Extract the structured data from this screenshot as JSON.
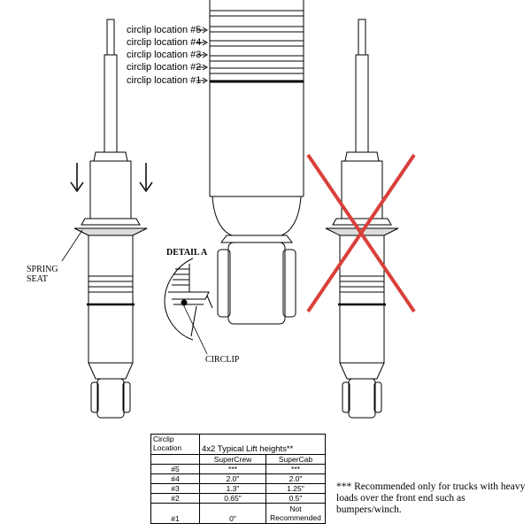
{
  "circlip_labels": [
    "circlip location #5",
    "circlip location #4",
    "circlip location #3",
    "circlip location #2",
    "circlip location #1"
  ],
  "labels": {
    "spring_seat": [
      "SPRING",
      "SEAT"
    ],
    "detail_a": "DETAIL A",
    "circlip": "CIRCLIP"
  },
  "table": {
    "header_col1": [
      "Circlip",
      "Location"
    ],
    "header_title": "4x2 Typical Lift heights**",
    "sub_headers": [
      "SuperCrew",
      "SuperCab"
    ],
    "rows": [
      {
        "loc": "#5",
        "supercrew": "***",
        "supercab": "***"
      },
      {
        "loc": "#4",
        "supercrew": "2.0\"",
        "supercab": "2.0\""
      },
      {
        "loc": "#3",
        "supercrew": "1.3\"",
        "supercab": "1.25\""
      },
      {
        "loc": "#2",
        "supercrew": "0.65\"",
        "supercab": "0.5\""
      },
      {
        "loc": "#1",
        "supercrew": "0\"",
        "supercab": [
          "Not",
          "Recommended"
        ]
      }
    ]
  },
  "note": "*** Recommended only for trucks with heavy loads over the front end such as bumpers/winch.",
  "colors": {
    "cross": "#d9403a",
    "line": "#000000"
  }
}
